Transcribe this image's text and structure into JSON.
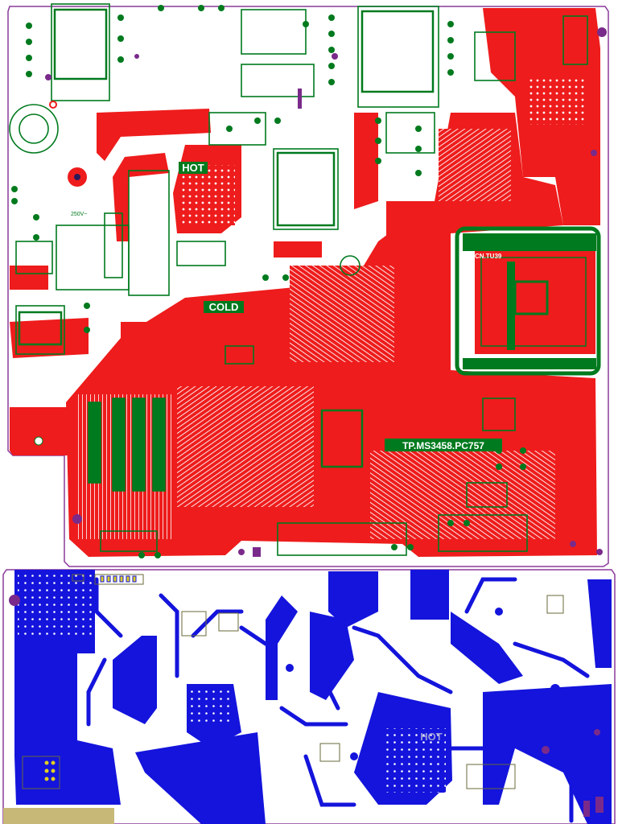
{
  "top_board": {
    "silkscreen": {
      "hot": "HOT",
      "cold": "COLD",
      "connector": "CN.TU39",
      "model": "TP.MS3458.PC757",
      "mains_rating": "250V~"
    },
    "colors": {
      "copper_top": "#ee1c1c",
      "silkscreen": "#007a1e",
      "via_purple": "#7a2a8a",
      "board_outline": "#8a3a9a"
    }
  },
  "bottom_board": {
    "silkscreen": {
      "hot": "HOT"
    },
    "colors": {
      "copper_bottom": "#1414dc",
      "silkscreen": "#6a6a3a",
      "edge_connector": "#c8b878"
    }
  }
}
